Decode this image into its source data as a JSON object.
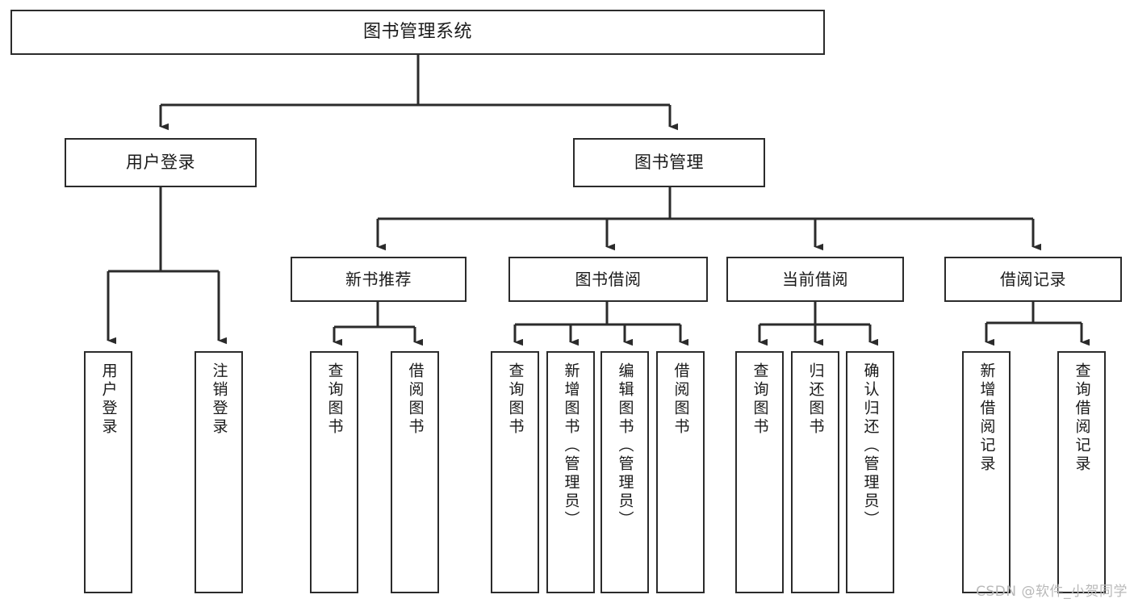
{
  "diagram": {
    "title": "图书管理系统",
    "type": "functional-structure-tree",
    "watermark": "CSDN @软件_小贺同学",
    "colors": {
      "stroke": "#2b2b2b",
      "fill": "#ffffff",
      "text": "#1a1a1a",
      "watermark": "#b9b9b9"
    },
    "root": {
      "label": "图书管理系统"
    },
    "level1": [
      {
        "label": "用户登录"
      },
      {
        "label": "图书管理"
      }
    ],
    "level2": [
      {
        "label": "新书推荐"
      },
      {
        "label": "图书借阅"
      },
      {
        "label": "当前借阅"
      },
      {
        "label": "借阅记录"
      }
    ],
    "leaves": {
      "user_login": [
        {
          "label": "用户登录"
        },
        {
          "label": "注销登录"
        }
      ],
      "new_book_recommend": [
        {
          "label": "查询图书"
        },
        {
          "label": "借阅图书"
        }
      ],
      "book_borrow": [
        {
          "label": "查询图书"
        },
        {
          "label": "新增图书（管理员）"
        },
        {
          "label": "编辑图书（管理员）"
        },
        {
          "label": "借阅图书"
        }
      ],
      "current_borrow": [
        {
          "label": "查询图书"
        },
        {
          "label": "归还图书"
        },
        {
          "label": "确认归还（管理员）"
        }
      ],
      "borrow_record": [
        {
          "label": "新增借阅记录"
        },
        {
          "label": "查询借阅记录"
        }
      ]
    }
  }
}
